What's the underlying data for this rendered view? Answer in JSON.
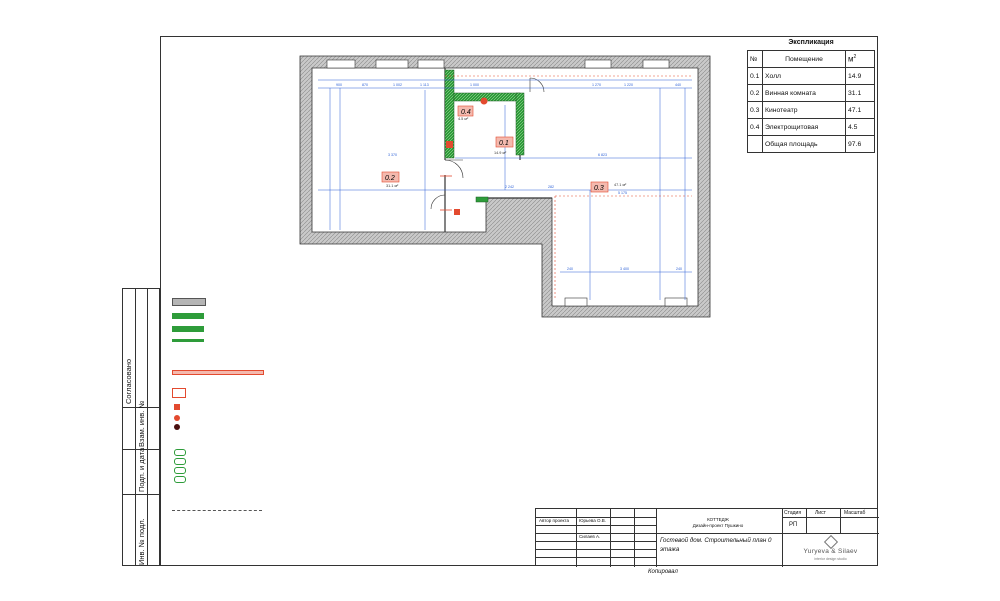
{
  "explication": {
    "title": "Экспликация",
    "header": {
      "no": "№",
      "room": "Помещение",
      "area": "м",
      "area_sup": "2"
    },
    "rows": [
      {
        "no": "0.1",
        "room": "Холл",
        "area": "14.9"
      },
      {
        "no": "0.2",
        "room": "Винная комната",
        "area": "31.1"
      },
      {
        "no": "0.3",
        "room": "Кинотеатр",
        "area": "47.1"
      },
      {
        "no": "0.4",
        "room": "Электрощитовая",
        "area": "4.5"
      }
    ],
    "total_label": "Общая площадь",
    "total_value": "97.6"
  },
  "rooms": [
    {
      "tag": "0.1",
      "area": "14.9 м²"
    },
    {
      "tag": "0.2",
      "area": "31.1 м²"
    },
    {
      "tag": "0.3",
      "area": "47.1 м²"
    },
    {
      "tag": "0.4",
      "area": "4.5 м²"
    }
  ],
  "side_strip": {
    "agreed": "Согласовано",
    "replace_inv": "Взам. инв. №",
    "sign_date": "Подп. и дата",
    "inv_orig": "Инв. № подл."
  },
  "stamp": {
    "author_label": "Автор проекта",
    "author_name": "Юрьева О.В.",
    "designer_name": "Силаев А.",
    "company_line1": "КОТТЕДЖ",
    "company_line2": "Дизайн-проект Пушкино",
    "sheet_title_line1": "Гостевой дом. Строительный план 0",
    "sheet_title_line2": "этажа",
    "stage_label": "Стадия",
    "sheet_label": "Лист",
    "scale_label": "Масштаб",
    "stage_value": "РП",
    "logo_text": "Yuryeva & Silaev",
    "logo_sub": "interior design studio"
  },
  "footer": {
    "copied": "Копировал"
  },
  "colors": {
    "wall_hatch": "#b5b5b5",
    "green_wall": "#2e9c3a",
    "dimension": "#2a5fd6",
    "red_mark": "#e34a2f",
    "tag_fill": "#f4b9ae"
  }
}
